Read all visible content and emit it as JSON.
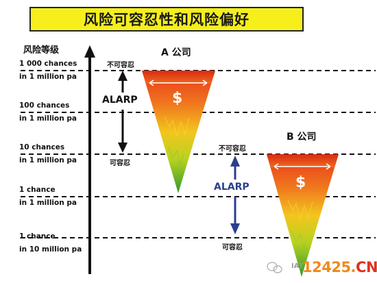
{
  "title": "风险可容忍性和风险偏好",
  "axis_title": "风险等级",
  "levels": [
    {
      "line1": "1 000 chances",
      "line2": "in 1 million pa"
    },
    {
      "line1": "100 chances",
      "line2": "in 1 million pa"
    },
    {
      "line1": "10 chances",
      "line2": "in 1 million pa"
    },
    {
      "line1": "1 chance",
      "line2": "in 1 million pa"
    },
    {
      "line1": "1 chance",
      "line2": "in 10 million pa"
    }
  ],
  "company_a": {
    "label": "A 公司",
    "intolerable": "不可容忍",
    "tolerable": "可容忍",
    "alarp": "ALARP",
    "symbol": "$"
  },
  "company_b": {
    "label": "B 公司",
    "intolerable": "不可容忍",
    "tolerable": "可容忍",
    "alarp": "ALARP",
    "symbol": "$"
  },
  "watermark": {
    "text": "IAT",
    "site_main": "12425.",
    "site_suffix": "CN"
  },
  "colors": {
    "title_bg": "#f6ef1c",
    "alarp_a": "#111111",
    "alarp_b": "#2a3f8f",
    "site": "#f08a1c"
  }
}
